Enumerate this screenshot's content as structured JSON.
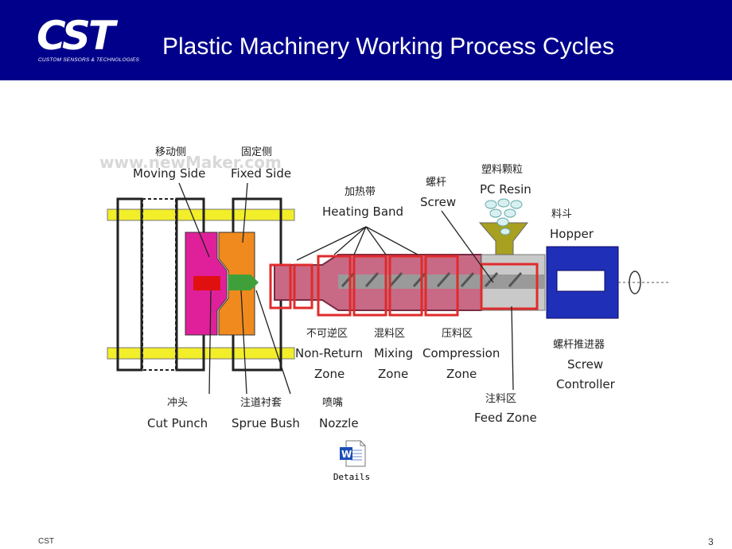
{
  "header": {
    "logo_text": "CST",
    "logo_subtitle": "CUSTOM SENSORS & TECHNOLOGIES",
    "title": "Plastic Machinery Working Process Cycles"
  },
  "diagram": {
    "watermark": "www.newMaker.com",
    "labels": {
      "moving_side_cn": "移动侧",
      "moving_side": "Moving Side",
      "fixed_side_cn": "固定侧",
      "fixed_side": "Fixed Side",
      "heating_band_cn": "加热带",
      "heating_band": "Heating Band",
      "screw_cn": "螺杆",
      "screw": "Screw",
      "pc_resin_cn": "塑料颗粒",
      "pc_resin": "PC Resin",
      "hopper_cn": "料斗",
      "hopper": "Hopper",
      "non_return_cn": "不可逆区",
      "non_return_1": "Non-Return",
      "non_return_2": "Zone",
      "mixing_cn": "混料区",
      "mixing_1": "Mixing",
      "mixing_2": "Zone",
      "compression_cn": "压料区",
      "compression_1": "Compression",
      "compression_2": "Zone",
      "screw_controller_cn": "螺杆推进器",
      "screw_controller_1": "Screw",
      "screw_controller_2": "Controller",
      "cut_punch_cn": "冲头",
      "cut_punch": "Cut Punch",
      "sprue_bush_cn": "注道衬套",
      "sprue_bush": "Sprue Bush",
      "nozzle_cn": "喷嘴",
      "nozzle": "Nozzle",
      "feed_zone_cn": "注料区",
      "feed_zone": "Feed Zone"
    }
  },
  "attachment": {
    "icon": "word-document-icon",
    "label": "Details"
  },
  "footer": {
    "left": "CST",
    "page_number": "3"
  },
  "colors": {
    "header_bg": "#00008a",
    "rail": "#f2ee2a",
    "moving": "#e0209a",
    "fixed": "#f08a1e",
    "barrel": "#8b2f4a",
    "zone_box": "#e02b2b",
    "hopper": "#a8a020",
    "controller": "#1f2fb8"
  }
}
